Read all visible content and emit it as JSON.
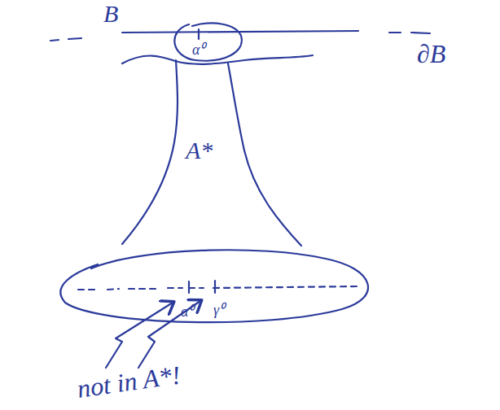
{
  "diagram": {
    "labels": [
      "B",
      "∂B",
      "α⁰",
      "A*",
      "α⁰",
      "γ⁰",
      "not in A*!"
    ]
  }
}
